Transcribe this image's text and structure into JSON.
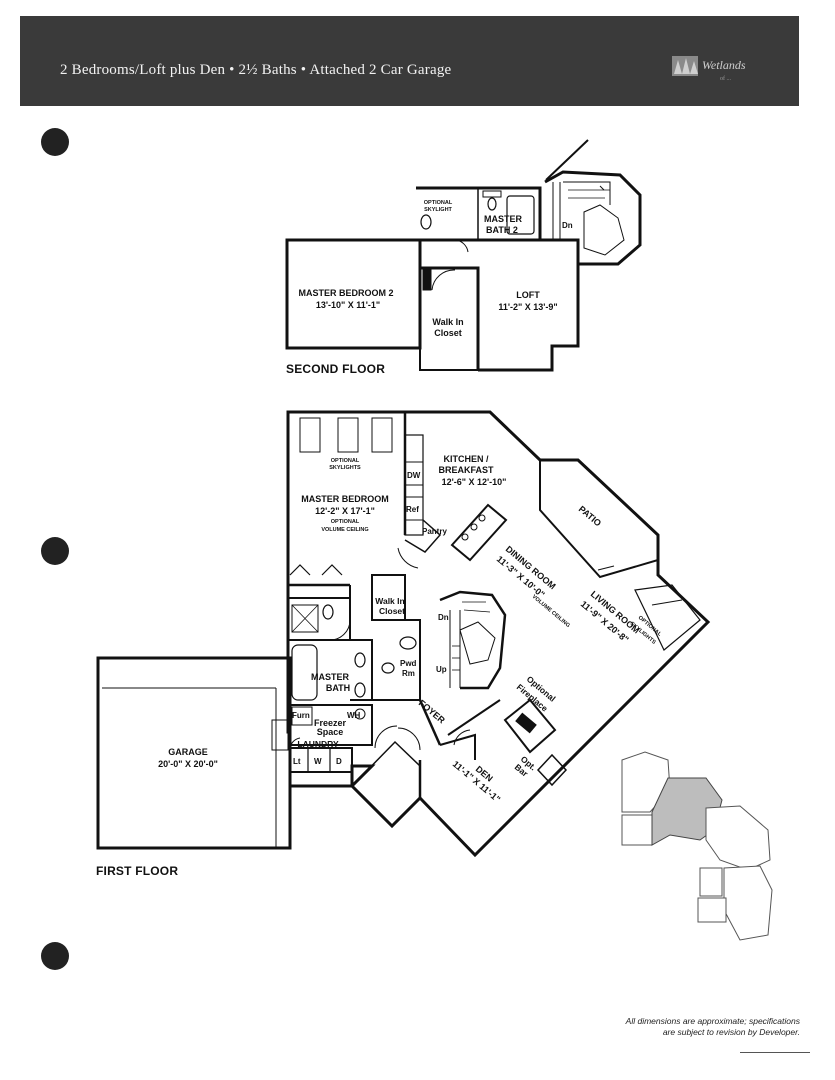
{
  "header": {
    "title": "2 Bedrooms/Loft plus Den • 2½ Baths • Attached 2 Car Garage",
    "logo_text": "Wetlands",
    "logo_sub": "of ..."
  },
  "second_floor": {
    "label": "SECOND FLOOR",
    "rooms": {
      "master_bedroom_2": {
        "name": "MASTER BEDROOM 2",
        "dims": "13'-10\" X 11'-1\""
      },
      "loft": {
        "name": "LOFT",
        "dims": "11'-2\" X 13'-9\""
      },
      "master_bath_2": {
        "name": "MASTER",
        "name2": "BATH 2"
      },
      "walk_in_closet": {
        "name": "Walk In",
        "name2": "Closet"
      },
      "optional_skylight": {
        "name": "OPTIONAL",
        "name2": "SKYLIGHT"
      },
      "stair_dn": "Dn"
    }
  },
  "first_floor": {
    "label": "FIRST FLOOR",
    "rooms": {
      "master_bedroom": {
        "name": "MASTER BEDROOM",
        "dims": "12'-2\" X 17'-1\"",
        "note1": "OPTIONAL",
        "note2": "VOLUME CEILING"
      },
      "optional_skylights": {
        "name": "OPTIONAL",
        "name2": "SKYLIGHTS"
      },
      "kitchen": {
        "name": "KITCHEN /",
        "name2": "BREAKFAST",
        "dims": "12'-6\" X 12'-10\""
      },
      "dw": "DW",
      "ref": "Ref",
      "pantry": "Pantry",
      "patio": "PATIO",
      "dining_room": {
        "name": "DINING ROOM",
        "dims": "11'-3\" X 10'-0\"",
        "note": "VOLUME CEILING"
      },
      "living_room": {
        "name": "LIVING ROOM",
        "dims": "11'-9\" X 20'-8\""
      },
      "optional_skylights_lr": {
        "name": "OPTIONAL",
        "name2": "SKYLIGHTS"
      },
      "walk_in_closet": {
        "name": "Walk In",
        "name2": "Closet"
      },
      "master_bath": {
        "name": "MASTER",
        "name2": "BATH"
      },
      "pwd_rm": {
        "name": "Pwd",
        "name2": "Rm"
      },
      "stair_dn": "Dn",
      "stair_up": "Up",
      "optional_fireplace": {
        "name": "Optional",
        "name2": "Fireplace"
      },
      "foyer": "FOYER",
      "furn": "Furn",
      "wh": "WH",
      "freezer": {
        "name": "Freezer",
        "name2": "Space"
      },
      "laundry": "LAUNDRY",
      "lt": "Lt",
      "w": "W",
      "d": "D",
      "den": {
        "name": "DEN",
        "dims": "11'-1\" X 11'-1\""
      },
      "opt_bar": {
        "name": "Opt.",
        "name2": "Bar"
      },
      "garage": {
        "name": "GARAGE",
        "dims": "20'-0\" X 20'-0\""
      }
    }
  },
  "disclaimer": {
    "line1": "All dimensions are approximate; specifications",
    "line2": "are subject to revision by Developer."
  }
}
